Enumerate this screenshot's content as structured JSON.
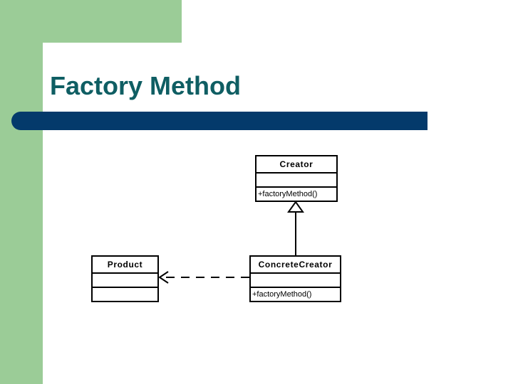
{
  "slide": {
    "title": "Factory Method",
    "title_color": "#0F5E63",
    "accent_bar_color": "#043A6B",
    "sidebar_color": "#9BCC97",
    "background_color": "#FFFFFF"
  },
  "diagram": {
    "type": "uml-class-diagram",
    "classes": [
      {
        "id": "creator",
        "name": "Creator",
        "attributes": [],
        "operations": [
          "+factoryMethod()"
        ]
      },
      {
        "id": "concrete-creator",
        "name": "ConcreteCreator",
        "attributes": [],
        "operations": [
          "+factoryMethod()"
        ]
      },
      {
        "id": "product",
        "name": "Product",
        "attributes": [],
        "operations": []
      }
    ],
    "relations": [
      {
        "id": "generalization",
        "kind": "generalization",
        "from": "ConcreteCreator",
        "to": "Creator",
        "line": "solid",
        "arrowhead": "hollow-triangle"
      },
      {
        "id": "dependency",
        "kind": "dependency",
        "from": "ConcreteCreator",
        "to": "Product",
        "line": "dashed",
        "arrowhead": "open"
      }
    ]
  }
}
